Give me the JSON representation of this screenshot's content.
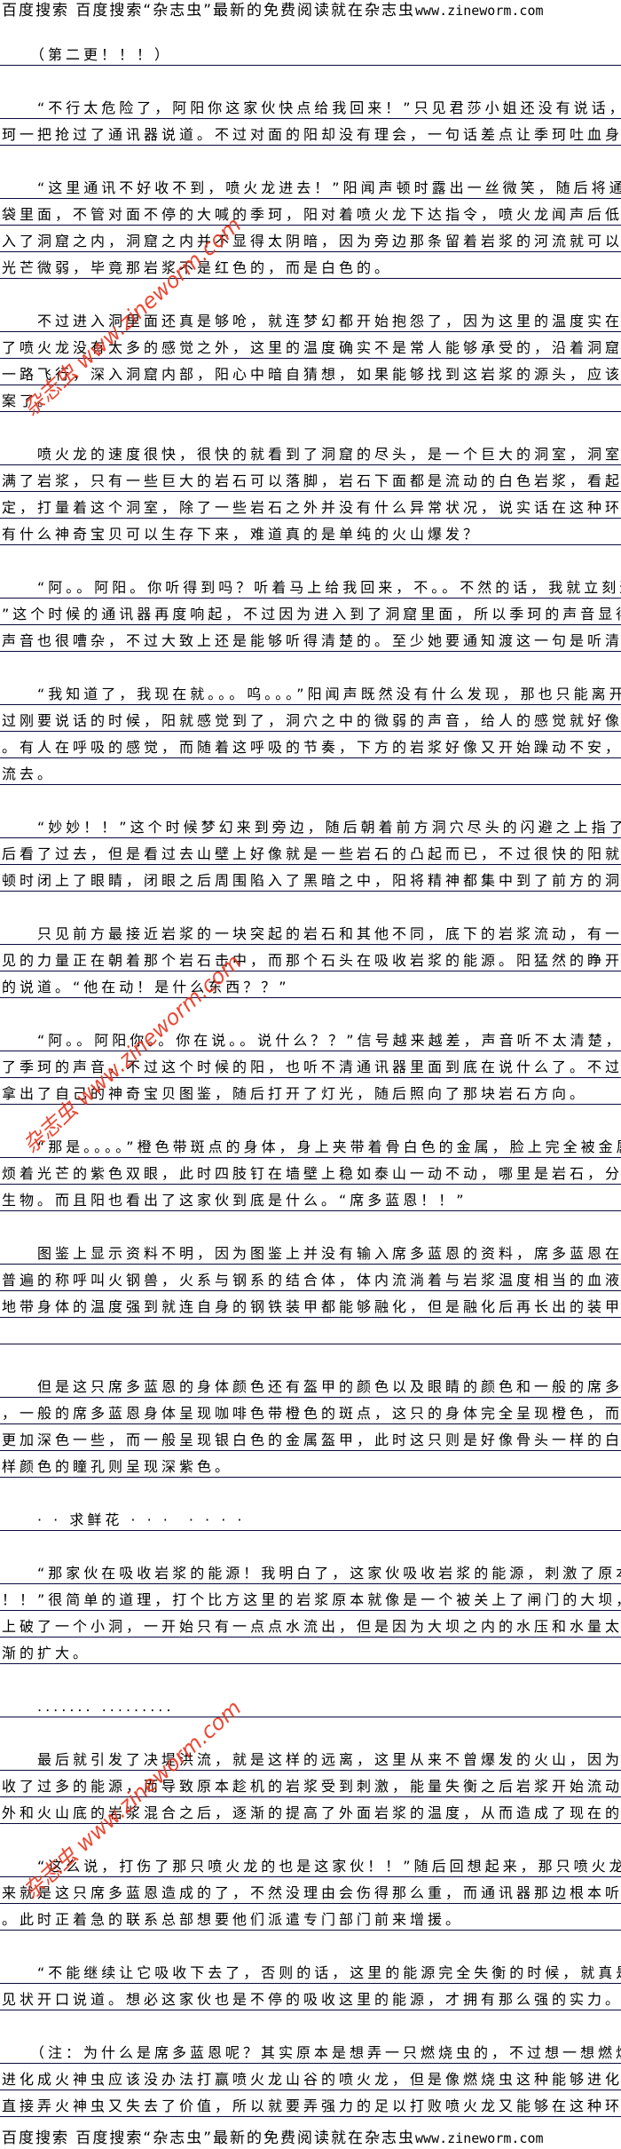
{
  "banner": {
    "text": "百度搜索 百度搜索“杂志虫”最新的免费阅读就在杂志虫",
    "url": "www.zineworm.com"
  },
  "watermark": "杂志虫 www.zineworm.com",
  "rows": [
    {
      "t": "　　（第二更！！！）",
      "r": true
    },
    {
      "t": "",
      "r": false
    },
    {
      "t": "　　“不行太危险了，阿阳你这家伙快点给我回来！”只见君莎小姐还没有说话，另一边的季",
      "r": true
    },
    {
      "t": "珂一把抢过了通讯器说道。不过对面的阳却没有理会，一句话差点让季珂吐血身亡。",
      "r": true
    },
    {
      "t": "",
      "r": false
    },
    {
      "t": "　　“这里通讯不好收不到，喷火龙进去！”阳闻声顿时露出一丝微笑，随后将通讯器放到口",
      "r": true
    },
    {
      "t": "袋里面，不管对面不停的大喊的季珂，阳对着喷火龙下达指令，喷火龙闻声后低吼一声随后窜",
      "r": true
    },
    {
      "t": "入了洞窟之内，洞窟之内并不显得太阴暗，因为旁边那条留着岩浆的河流就可以照亮洞窟虽然",
      "r": true
    },
    {
      "t": "光芒微弱，毕竟那岩浆不是红色的，而是白色的。",
      "r": true
    },
    {
      "t": "",
      "r": false
    },
    {
      "t": "　　不过进入洞里面还真是够呛，就连梦幻都开始抱怨了，因为这里的温度实在是太热了，除",
      "r": true
    },
    {
      "t": "了喷火龙没有太多的感觉之外，这里的温度确实不是常人能够承受的，沿着洞窟的道路喷火龙",
      "r": true
    },
    {
      "t": "一路飞行，深入洞窟内部，阳心中暗自猜想，如果能够找到这岩浆的源头，应该就能够得到答",
      "r": true
    },
    {
      "t": "案了。",
      "r": true
    },
    {
      "t": "",
      "r": false
    },
    {
      "t": "　　喷火龙的速度很快，很快的就看到了洞窟的尽头，是一个巨大的洞室，洞室的下方全部充",
      "r": true
    },
    {
      "t": "满了岩浆，只有一些巨大的岩石可以落脚，岩石下面都是流动的白色岩浆，看起来同样很不稳",
      "r": true
    },
    {
      "t": "定，打量着这个洞室，除了一些岩石之外并没有什么异常状况，说实话在这种环境下，根本没",
      "r": true
    },
    {
      "t": "有什么神奇宝贝可以生存下来，难道真的是单纯的火山爆发？",
      "r": true
    },
    {
      "t": "",
      "r": false
    },
    {
      "t": "　　“阿。。阿阳。你听得到吗？听着马上给我回来，不。。不然的话，我就立刻通知渡了！",
      "r": true
    },
    {
      "t": "”这个时候的通讯器再度响起，不过因为进入到了洞窟里面，所以季珂的声音显得很模糊而且",
      "r": true
    },
    {
      "t": "声音也很嘈杂，不过大致上还是能够听得清楚的。至少她要通知渡这一句是听清楚了。",
      "r": true
    },
    {
      "t": "",
      "r": false
    },
    {
      "t": "　　“我知道了，我现在就。。。呜。。。”阳闻声既然没有什么发现，那也只能离开了，不",
      "r": true
    },
    {
      "t": "过刚要说话的时候，阳就感觉到了，洞穴之中的微弱的声音，给人的感觉就好像是，在呼吸。",
      "r": true
    },
    {
      "t": "。有人在呼吸的感觉，而随着这呼吸的节奏，下方的岩浆好像又开始躁动不安，同时朝着洞外",
      "r": true
    },
    {
      "t": "流去。",
      "r": true
    },
    {
      "t": "",
      "r": false
    },
    {
      "t": "　　“妙妙！！”这个时候梦幻来到旁边，随后朝着前方洞穴尽头的闪避之上指了指，阳闻声",
      "r": true
    },
    {
      "t": "后看了过去，但是看过去山壁上好像就是一些岩石的凸起而已，不过很快的阳就发现了不对劲",
      "r": true
    },
    {
      "t": "顿时闭上了眼睛，闭眼之后周围陷入了黑暗之中，阳将精神都集中到了前方的洞室墙壁上。",
      "r": true
    },
    {
      "t": "",
      "r": false
    },
    {
      "t": "　　只见前方最接近岩浆的一块突起的岩石和其他不同，底下的岩浆流动，有一股肉眼不能看",
      "r": true
    },
    {
      "t": "见的力量正在朝着那个岩石击中，而那个石头在吸收岩浆的能源。阳猛然的睁开了眼睛。震惊",
      "r": true
    },
    {
      "t": "的说道。“他在动！是什么东西？？”",
      "r": true
    },
    {
      "t": "",
      "r": false
    },
    {
      "t": "　　“阿。。阿阳你。。你在说。。说什么？？”信号越来越差，声音听不太清楚，对面传来",
      "r": true
    },
    {
      "t": "了季珂的声音，不过这个时候的阳，也听不清通讯器里面到底在说什么了。不过阳没有理会，",
      "r": true
    },
    {
      "t": "拿出了自己的神奇宝贝图鉴，随后打开了灯光，随后照向了那块岩石方向。",
      "r": true
    },
    {
      "t": "",
      "r": false
    },
    {
      "t": "　　“那是。。。。”橙色带斑点的身体，身上夹带着骨白色的金属，脸上完全被金属掩盖，",
      "r": true
    },
    {
      "t": "烦着光芒的紫色双眼，此时四肢钉在墙壁上稳如泰山一动不动，哪里是岩石，分明是活生生的",
      "r": true
    },
    {
      "t": "生物。而且阳也看出了这家伙到底是什么。“席多蓝恩！！”",
      "r": true
    },
    {
      "t": "",
      "r": false
    },
    {
      "t": "　　图鉴上显示资料不明，因为图鉴上并没有输入席多蓝恩的资料，席多蓝恩在前世之中有个",
      "r": true
    },
    {
      "t": "普遍的称呼叫火钢兽，火系与钢系的结合体，体内流淌着与岩浆温度相当的血液，生活在火山",
      "r": true
    },
    {
      "t": "地带身体的温度强到就连自身的钢铁装甲都能够融化，但是融化后再长出的装甲会更加坚固。",
      "r": true
    },
    {
      "t": "",
      "r": true
    },
    {
      "t": "",
      "r": false
    },
    {
      "t": "　　但是这只席多蓝恩的身体颜色还有盔甲的颜色以及眼睛的颜色和一般的席多蓝恩都不一样",
      "r": true
    },
    {
      "t": "，一般的席多蓝恩身体呈现咖啡色带橙色的斑点，这只的身体完全呈现橙色，而身上的斑点则",
      "r": true
    },
    {
      "t": "更加深色一些，而一般呈现银白色的金属盔甲，此时这只则是好像骨头一样的白色，很身体一",
      "r": true
    },
    {
      "t": "样颜色的瞳孔则呈现深紫色。",
      "r": true
    },
    {
      "t": "",
      "r": false
    },
    {
      "t": "　　· · 求鲜花 · · ·　· · · ·",
      "r": true
    },
    {
      "t": "",
      "r": false
    },
    {
      "t": "　　“那家伙在吸收岩浆的能源！我明白了，这家伙吸收岩浆的能源，刺激了原本沉寂的岩浆",
      "r": true
    },
    {
      "t": "！！”很简单的道理，打个比方这里的岩浆原本就像是一个被关上了闸门的大坝，但是大坝门",
      "r": true
    },
    {
      "t": "上破了一个小洞，一开始只有一点点水流出，但是因为大坝之内的水压和水量太强，小缺口逐",
      "r": true
    },
    {
      "t": "渐的扩大。",
      "r": true
    },
    {
      "t": "",
      "r": false
    },
    {
      "t": "　　.......  .........",
      "r": true
    },
    {
      "t": "",
      "r": false
    },
    {
      "t": "　　最后就引发了决堤洪流，就是这样的远离，这里从来不曾爆发的火山，因为被席多蓝恩吸",
      "r": true
    },
    {
      "t": "收了过多的能源，而导致原本趁机的岩浆受到刺激，能量失衡之后岩浆开始流动，并且流出洞",
      "r": true
    },
    {
      "t": "外和火山底的岩浆混合之后，逐渐的提高了外面岩浆的温度，从而造成了现在的状况。",
      "r": true
    },
    {
      "t": "",
      "r": false
    },
    {
      "t": "　　“这么说，打伤了那只喷火龙的也是这家伙！！”随后回想起来，那只喷火龙的伤势，看",
      "r": true
    },
    {
      "t": "来就是这只席多蓝恩造成的了，不然没理由会伤得那么重，而通讯器那边根本听不清阳的声音",
      "r": true
    },
    {
      "t": "。此时正着急的联系总部想要他们派遣专门部门前来增援。",
      "r": true
    },
    {
      "t": "",
      "r": false
    },
    {
      "t": "　　“不能继续让它吸收下去了，否则的话，这里的能源完全失衡的时候，就真是糟了！”阳",
      "r": true
    },
    {
      "t": "见状开口说道。想必这家伙也是不停的吸收这里的能源，才拥有那么强的实力。",
      "r": true
    },
    {
      "t": "",
      "r": false
    },
    {
      "t": "　　（注：为什么是席多蓝恩呢？其实原本是想弄一只燃烧虫的，不过想一想燃烧虫的战力不",
      "r": true
    },
    {
      "t": "进化成火神虫应该没办法打赢喷火龙山谷的喷火龙，但是像燃烧虫这种能够进化的神奇宝贝，",
      "r": true
    },
    {
      "t": "直接弄火神虫又失去了价值，所以就要弄强力的足以打败喷火龙又能够在这种环境生存的就剩",
      "r": true
    }
  ]
}
